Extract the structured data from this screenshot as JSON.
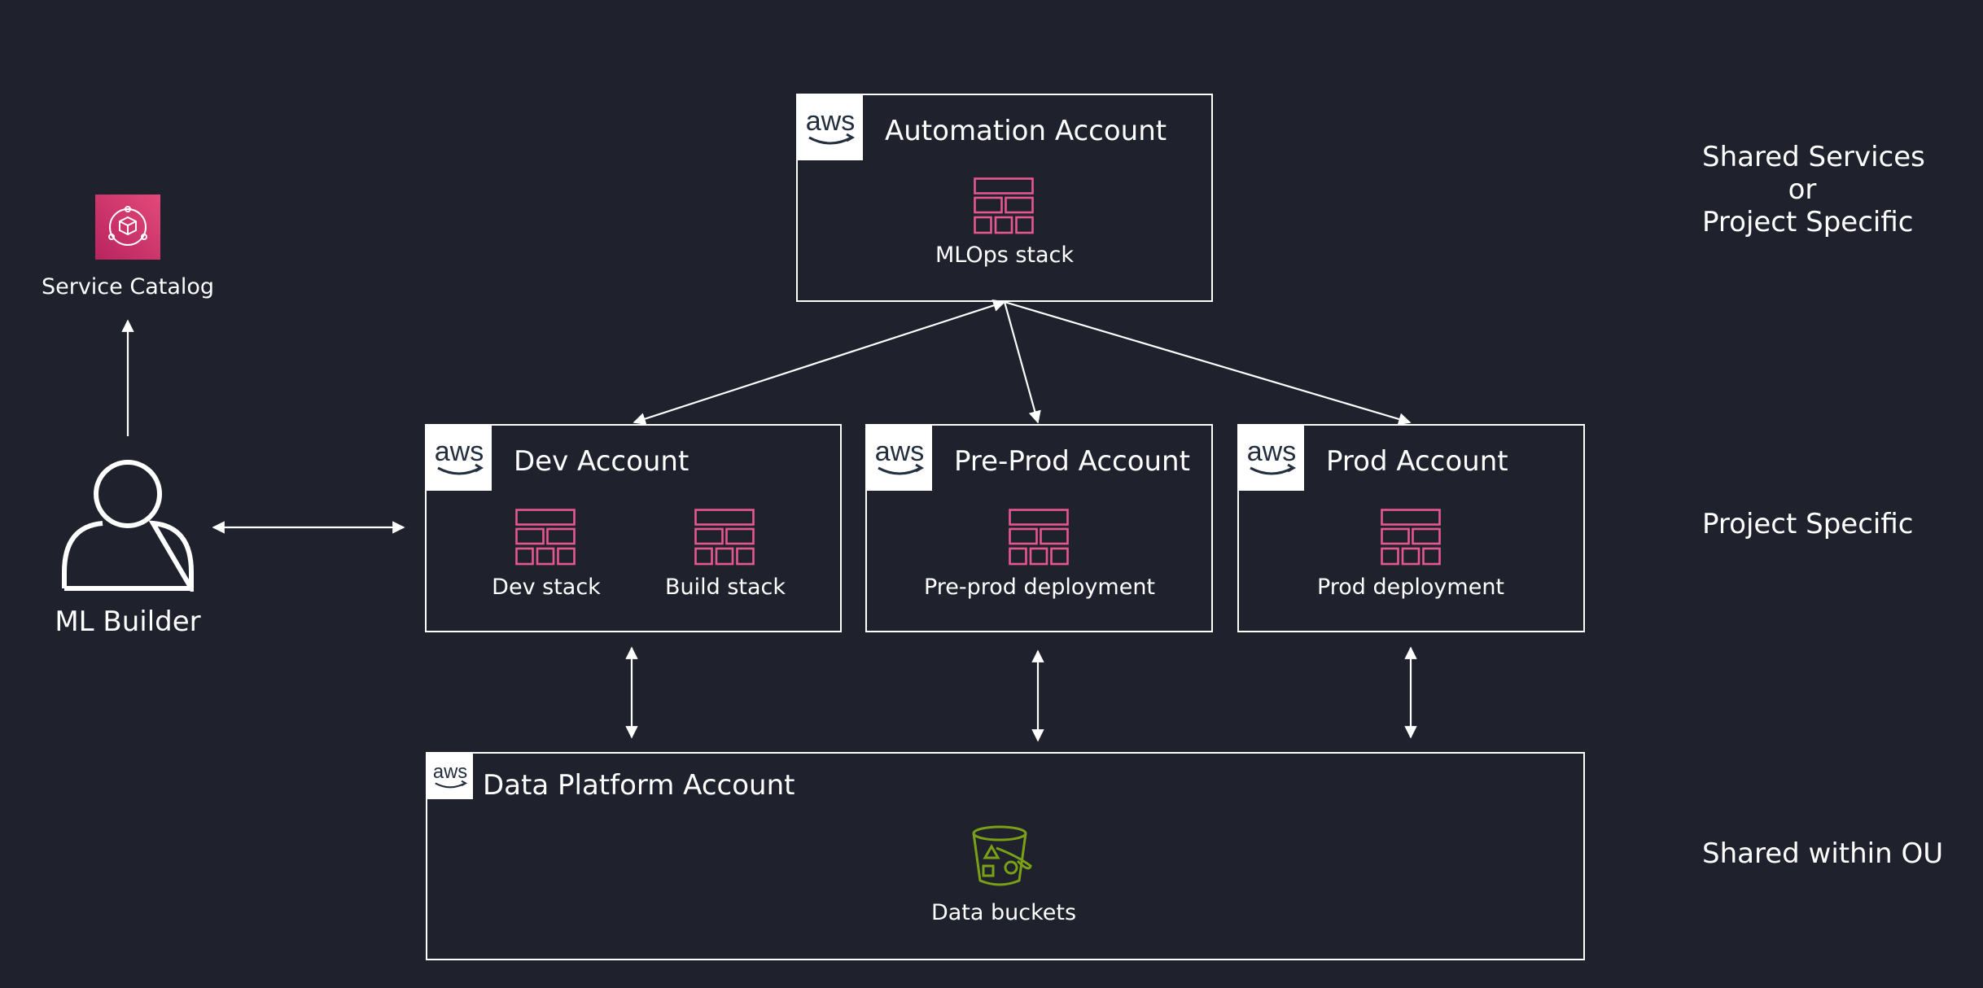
{
  "accounts": {
    "automation": {
      "title": "Automation Account",
      "stack_label": "MLOps stack"
    },
    "dev": {
      "title": "Dev Account",
      "dev_stack_label": "Dev stack",
      "build_stack_label": "Build stack"
    },
    "preprod": {
      "title": "Pre-Prod Account",
      "deployment_label": "Pre-prod deployment"
    },
    "prod": {
      "title": "Prod Account",
      "deployment_label": "Prod deployment"
    },
    "data_platform": {
      "title": "Data Platform Account",
      "buckets_label": "Data buckets"
    }
  },
  "service_catalog": {
    "label": "Service Catalog"
  },
  "ml_builder": {
    "label": "ML Builder"
  },
  "tiers": {
    "top": {
      "line1": "Shared Services",
      "line2": "or",
      "line3": "Project Specific"
    },
    "middle": {
      "label": "Project Specific"
    },
    "bottom": {
      "label": "Shared within OU"
    }
  },
  "aws_badge_text": "aws",
  "colors": {
    "background": "#1f222d",
    "line": "#ffffff",
    "stack_icon": "#e7578f",
    "bucket_icon": "#7aa116",
    "service_catalog_top": "#e3497a",
    "service_catalog_bottom": "#b8245e"
  },
  "icons": {
    "stack": "cloudformation-stack-icon",
    "bucket": "s3-bucket-icon",
    "service_catalog": "service-catalog-icon",
    "user": "user-icon",
    "aws_logo": "aws-logo-icon"
  }
}
